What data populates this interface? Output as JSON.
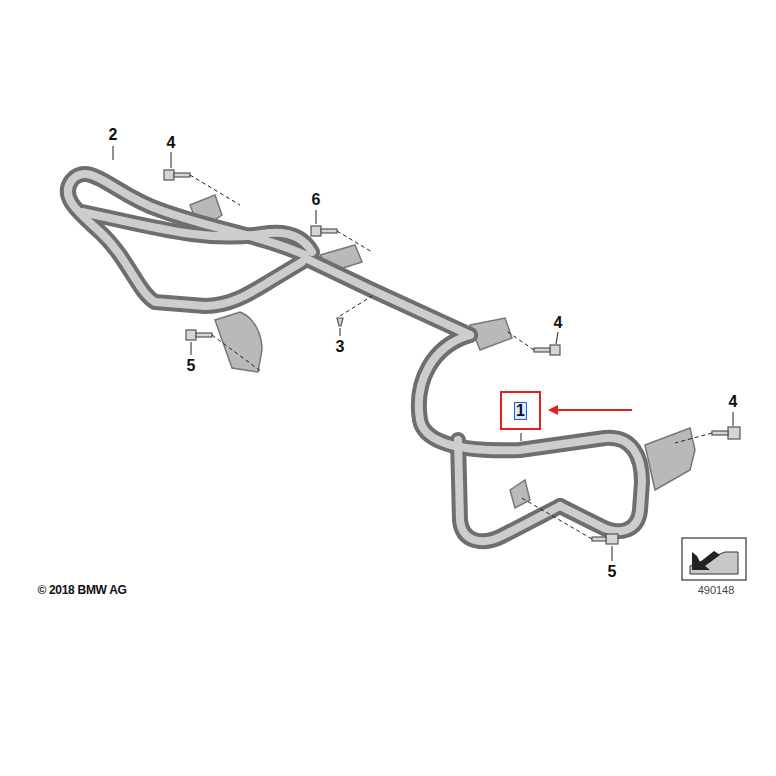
{
  "diagram": {
    "nodes": [
      {
        "text": [
          "1"
        ]
      }
    ],
    "labels": [
      "2",
      "4",
      "6",
      "3",
      "4",
      "5",
      "4",
      "5",
      "© 2018 BMW AG",
      "490148"
    ]
  }
}
